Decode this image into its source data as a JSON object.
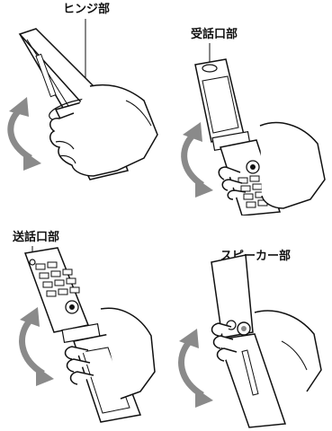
{
  "labels": {
    "hinge": "ヒンジ部",
    "earpiece": "受話口部",
    "mouthpiece": "送話口部",
    "speaker": "スピーカー部"
  },
  "colors": {
    "line": "#111111",
    "arrow": "#8a8a8a",
    "screen": "#ffffff",
    "shade": "#dddddd"
  }
}
